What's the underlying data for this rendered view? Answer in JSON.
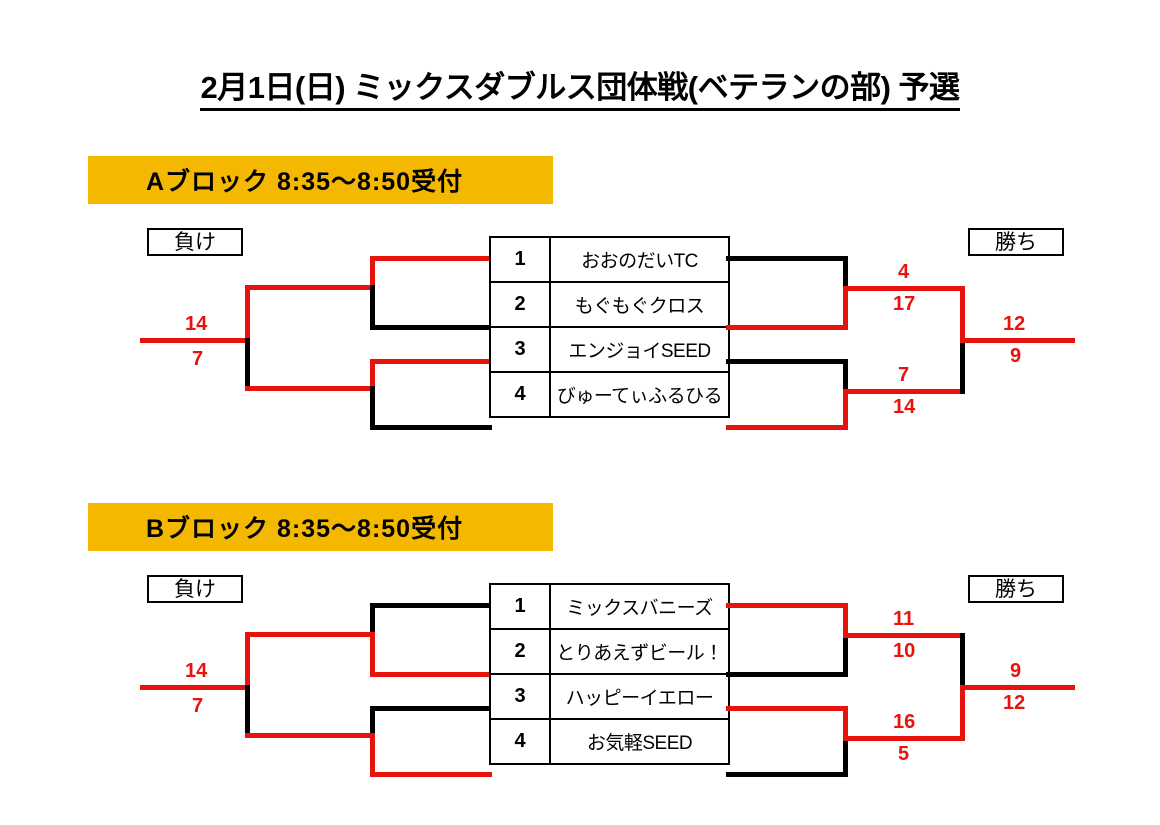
{
  "title": "2月1日(日) ミックスダブルス団体戦(ベテランの部)  予選",
  "colors": {
    "header_bar": "#f5b800",
    "win_path": "#e8130c",
    "lose_path": "#000000",
    "text": "#000000"
  },
  "labels": {
    "lose": "負け",
    "win": "勝ち"
  },
  "blocks": [
    {
      "id": "A",
      "header": "Aブロック    8:35〜8:50受付",
      "teams": [
        {
          "seed": "1",
          "name": "おおのだいTC"
        },
        {
          "seed": "2",
          "name": "もぐもぐクロス"
        },
        {
          "seed": "3",
          "name": "エンジョイSEED"
        },
        {
          "seed": "4",
          "name": "びゅーてぃふるひる"
        }
      ],
      "scores": {
        "left_top": "14",
        "left_bottom": "7",
        "right_upper_top": "4",
        "right_upper_bottom": "17",
        "right_lower_top": "7",
        "right_lower_bottom": "14",
        "final_top": "12",
        "final_bottom": "9"
      }
    },
    {
      "id": "B",
      "header": "Bブロック    8:35〜8:50受付",
      "teams": [
        {
          "seed": "1",
          "name": "ミックスバニーズ"
        },
        {
          "seed": "2",
          "name": "とりあえずビール！"
        },
        {
          "seed": "3",
          "name": "ハッピーイエロー"
        },
        {
          "seed": "4",
          "name": "お気軽SEED"
        }
      ],
      "scores": {
        "left_top": "14",
        "left_bottom": "7",
        "right_upper_top": "11",
        "right_upper_bottom": "10",
        "right_lower_top": "16",
        "right_lower_bottom": "5",
        "final_top": "9",
        "final_bottom": "12"
      }
    }
  ]
}
